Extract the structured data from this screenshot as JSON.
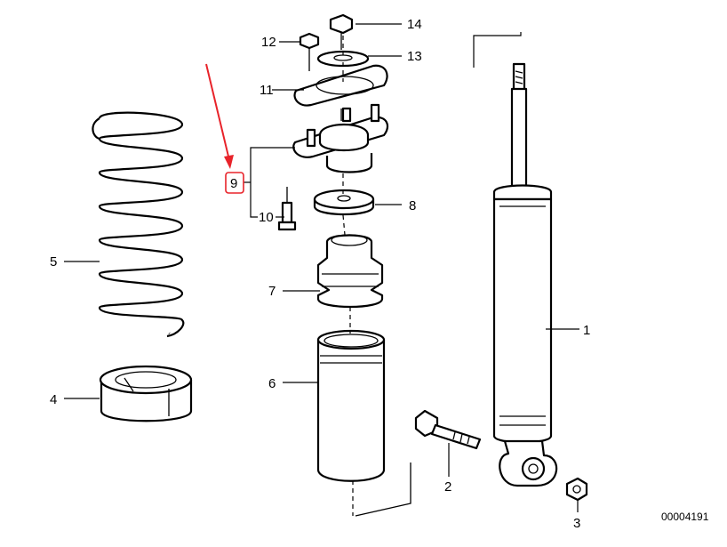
{
  "diagram": {
    "reference_number": "00004191",
    "highlight_color": "#e8232a",
    "callouts": [
      {
        "id": "1",
        "label": "1"
      },
      {
        "id": "2",
        "label": "2"
      },
      {
        "id": "3",
        "label": "3"
      },
      {
        "id": "4",
        "label": "4"
      },
      {
        "id": "5",
        "label": "5"
      },
      {
        "id": "6",
        "label": "6"
      },
      {
        "id": "7",
        "label": "7"
      },
      {
        "id": "8",
        "label": "8"
      },
      {
        "id": "9",
        "label": "9",
        "highlighted": true
      },
      {
        "id": "10",
        "label": "10"
      },
      {
        "id": "11",
        "label": "11"
      },
      {
        "id": "12",
        "label": "12"
      },
      {
        "id": "13",
        "label": "13"
      },
      {
        "id": "14",
        "label": "14"
      }
    ]
  }
}
